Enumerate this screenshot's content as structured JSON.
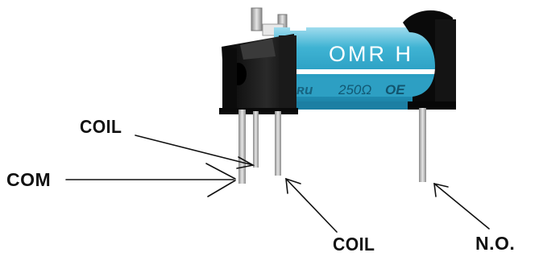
{
  "diagram": {
    "component": {
      "body_text": "OMR H",
      "print_text": "250Ω",
      "colors": {
        "body": "#2aa3c6",
        "body_highlight": "#8fd6ec",
        "stripe": "#ffffff",
        "housing": "#111111",
        "pin": "#b8b8b8"
      }
    },
    "labels": {
      "coil_top": "COIL",
      "com": "COM",
      "coil_bottom": "COIL",
      "no": "N.O."
    }
  }
}
